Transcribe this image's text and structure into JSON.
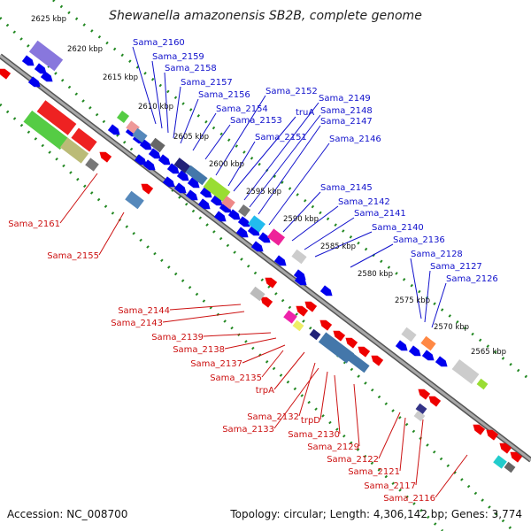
{
  "title": "Shewanella amazonensis SB2B, complete genome",
  "footer": {
    "accession": "Accession: NC_008700",
    "summary": "Topology: circular; Length: 4,306,142 bp; Genes: 3,774"
  },
  "ticks": [
    "2625 kbp",
    "2620 kbp",
    "2615 kbp",
    "2610 kbp",
    "2605 kbp",
    "2600 kbp",
    "2595 kbp",
    "2590 kbp",
    "2585 kbp",
    "2580 kbp",
    "2575 kbp",
    "2570 kbp",
    "2565 kbp"
  ],
  "blue_labels": [
    "Sama_2160",
    "Sama_2159",
    "Sama_2158",
    "Sama_2157",
    "Sama_2156",
    "Sama_2154",
    "Sama_2153",
    "Sama_2152",
    "Sama_2151",
    "truA",
    "Sama_2149",
    "Sama_2148",
    "Sama_2147",
    "Sama_2146",
    "Sama_2145",
    "Sama_2142",
    "Sama_2141",
    "Sama_2140",
    "Sama_2136",
    "Sama_2128",
    "Sama_2127",
    "Sama_2126"
  ],
  "red_labels": [
    "Sama_2161",
    "Sama_2155",
    "Sama_2144",
    "Sama_2143",
    "Sama_2139",
    "Sama_2138",
    "Sama_2137",
    "Sama_2135",
    "trpA",
    "Sama_2132",
    "Sama_2133",
    "trpD",
    "Sama_2130",
    "Sama_2129",
    "Sama_2122",
    "Sama_2121",
    "Sama_2117",
    "Sama_2116"
  ],
  "colors": {
    "forward": "#0000ee",
    "reverse": "#ee0000",
    "backbone": "#808080",
    "tick_dots": "#228822",
    "blue_label": "#1111cc",
    "red_label": "#cc1111"
  }
}
